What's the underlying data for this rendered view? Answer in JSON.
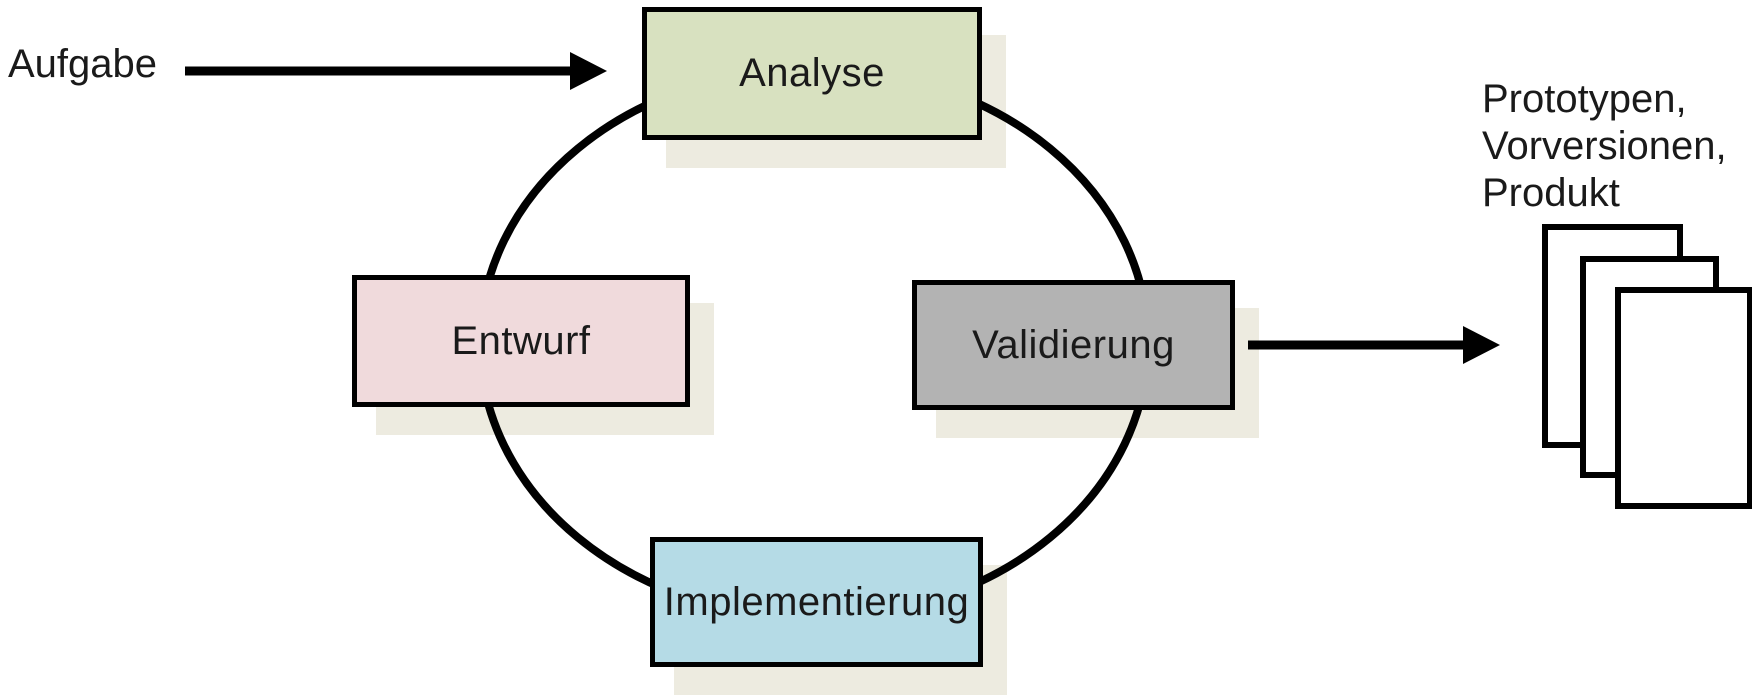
{
  "diagram": {
    "title_none_visible": "",
    "input_label": "Aufgabe",
    "output_label": "Prototypen,\nVorversionen,\nProdukt",
    "nodes": [
      {
        "id": "analyse",
        "label": "Analyse",
        "color": "#d8e1c0"
      },
      {
        "id": "entwurf",
        "label": "Entwurf",
        "color": "#f0dadc"
      },
      {
        "id": "validierung",
        "label": "Validierung",
        "color": "#b3b3b3"
      },
      {
        "id": "implementierung",
        "label": "Implementierung",
        "color": "#b5dbe6"
      }
    ],
    "cycle": {
      "shape": "ellipse",
      "connects": [
        "Analyse",
        "Validierung",
        "Implementierung",
        "Entwurf"
      ]
    },
    "arrows": [
      {
        "from": "Aufgabe",
        "to": "Analyse"
      },
      {
        "from": "Validierung",
        "to": "Prototypen, Vorversionen, Produkt"
      }
    ],
    "document_stack_count": 3,
    "colors": {
      "background": "#ffffff",
      "line": "#000000",
      "shadow": "#edebe0",
      "text": "#1a1a1a",
      "page_fill": "#ffffff"
    }
  }
}
